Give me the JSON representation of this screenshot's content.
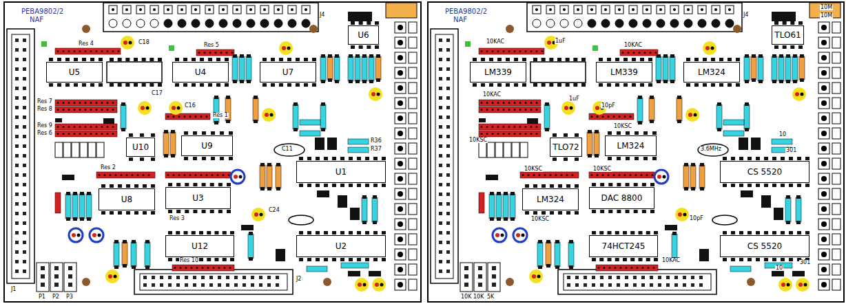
{
  "diagram": {
    "nodes": [
      {
        "text": [
          "PEBA9802/2",
          "NAF"
        ]
      },
      {
        "text": [
          "U5"
        ],
        "in": 0
      },
      {
        "text": [
          "U4"
        ],
        "in": 0
      },
      {
        "text": [
          "U7"
        ],
        "in": 0
      },
      {
        "text": [
          "U6"
        ],
        "in": 0
      },
      {
        "text": [
          "U10"
        ],
        "in": 0
      },
      {
        "text": [
          "U9"
        ],
        "in": 0
      },
      {
        "text": [
          "U1"
        ],
        "in": 0
      },
      {
        "text": [
          "U8"
        ],
        "in": 0
      },
      {
        "text": [
          "U3"
        ],
        "in": 0
      },
      {
        "text": [
          "U12"
        ],
        "in": 0
      },
      {
        "text": [
          "U2"
        ],
        "in": 0
      },
      {
        "text": [
          "PEBA9802/2",
          "NAF"
        ]
      },
      {
        "text": [
          "LM339"
        ],
        "in": 12
      },
      {
        "text": [
          "LM339"
        ],
        "in": 12
      },
      {
        "text": [
          "LM324"
        ],
        "in": 12
      },
      {
        "text": [
          "TLO61"
        ],
        "in": 12
      },
      {
        "text": [
          "TLO72"
        ],
        "in": 12
      },
      {
        "text": [
          "LM324"
        ],
        "in": 12
      },
      {
        "text": [
          "CS 5520"
        ],
        "in": 12
      },
      {
        "text": [
          "LM324"
        ],
        "in": 12
      },
      {
        "text": [
          "DAC 8800"
        ],
        "in": 12
      },
      {
        "text": [
          "74HCT245"
        ],
        "in": 12
      },
      {
        "text": [
          "CS 5520"
        ],
        "in": 12
      }
    ],
    "labels": [
      "J4",
      "Res 4",
      "Res 5",
      "C18",
      "Res 7",
      "Res 8",
      "Res 9",
      "Res 6",
      "C17",
      "C16",
      "Res 1",
      "C11",
      "R36",
      "R37",
      "Res 2",
      "Res 3",
      "C24",
      "Res 10",
      "J2",
      "P1",
      "P2",
      "P3",
      "J1",
      "J4",
      "10KAC",
      "1uF",
      "10KAC",
      "10M",
      "10M",
      "10KAC",
      "1uF",
      "10pF",
      "10KSC",
      "10KSC",
      "3.6MHz",
      "10",
      "301",
      "10KSC",
      "10KSC",
      "10pF",
      "10KSC",
      "10KAC",
      "10",
      "301",
      "10K",
      "10K",
      "5K"
    ]
  }
}
